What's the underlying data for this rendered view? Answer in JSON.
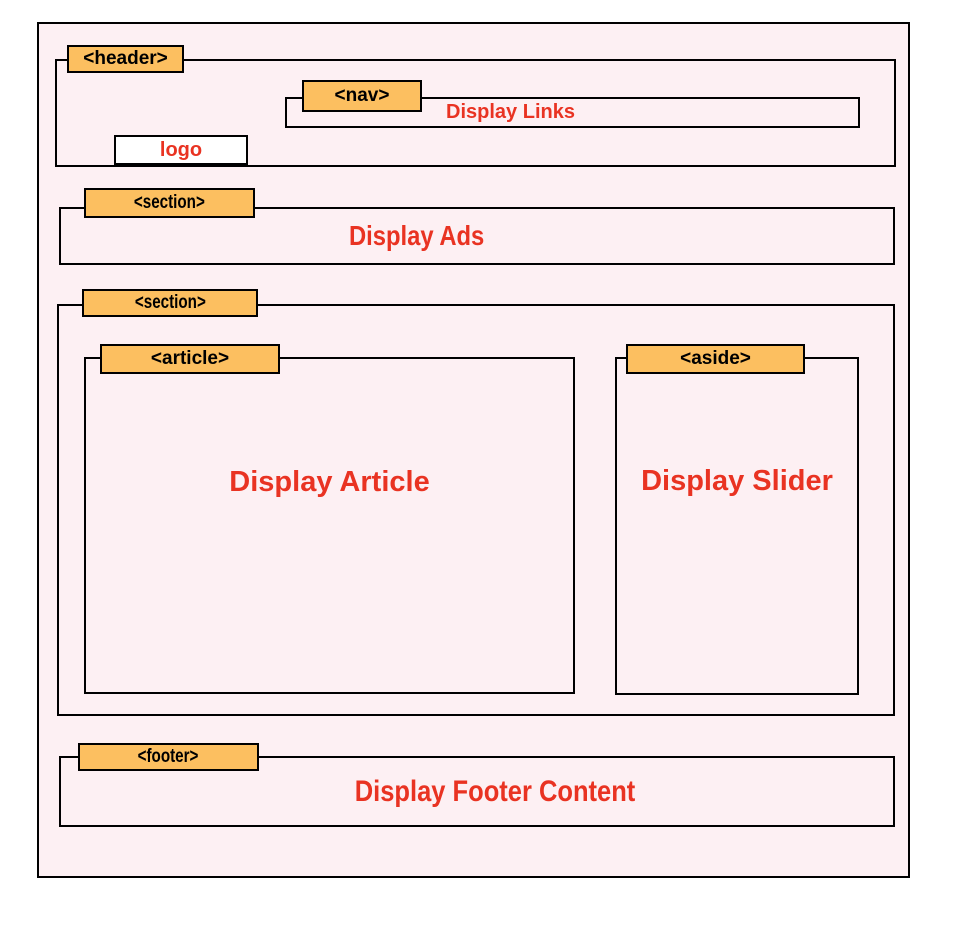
{
  "theme": {
    "page_bg": "#ffffff",
    "canvas_bg": "#fdf0f3",
    "label_bg": "#fcbf60",
    "outline": "#000000",
    "text_red": "#e93322",
    "label_text": "#000000",
    "logo_bg": "#ffffff"
  },
  "blocks": {
    "header": {
      "tag": "<header>"
    },
    "logo": {
      "text": "logo"
    },
    "nav": {
      "tag": "<nav>",
      "text": "Display Links"
    },
    "ads_section": {
      "tag": "<section>",
      "text": "Display Ads"
    },
    "main_section": {
      "tag": "<section>"
    },
    "article": {
      "tag": "<article>",
      "text": "Display Article"
    },
    "aside": {
      "tag": "<aside>",
      "text": "Display Slider"
    },
    "footer": {
      "tag": "<footer>",
      "text": "Display Footer Content"
    }
  }
}
